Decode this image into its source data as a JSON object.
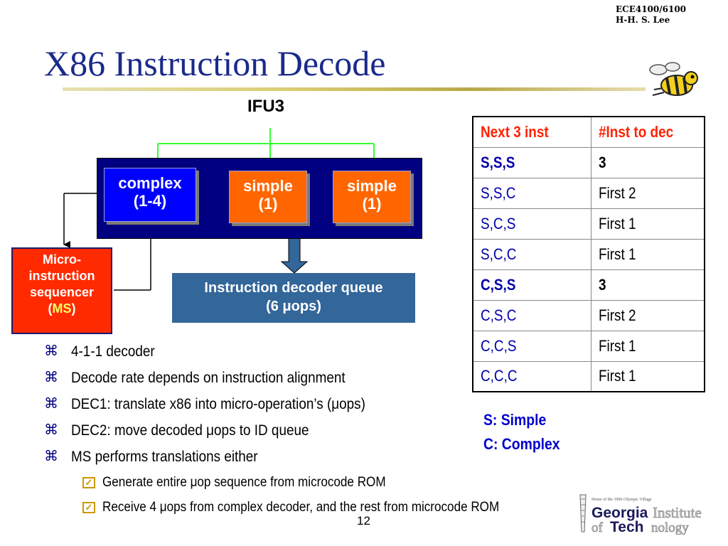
{
  "header": {
    "course": "ECE4100/6100",
    "author": "H-H. S. Lee",
    "title": "X86 Instruction Decode"
  },
  "diagram": {
    "ifu": "IFU3",
    "complex": {
      "line1": "complex",
      "line2": "(1-4)"
    },
    "simple1": {
      "line1": "simple",
      "line2": "(1)"
    },
    "simple2": {
      "line1": "simple",
      "line2": "(1)"
    },
    "ms": {
      "line1": "Micro-",
      "line2": "instruction",
      "line3": "sequencer",
      "open": "(",
      "abbr": "MS",
      "close": ")"
    },
    "queue": {
      "line1": "Instruction decoder queue",
      "line2": "(6 μops)"
    }
  },
  "table": {
    "headers": [
      "Next 3 inst",
      "#Inst to dec"
    ],
    "rows": [
      [
        "S,S,S",
        "3"
      ],
      [
        "S,S,C",
        "First 2"
      ],
      [
        "S,C,S",
        "First 1"
      ],
      [
        "S,C,C",
        "First 1"
      ],
      [
        "C,S,S",
        "3"
      ],
      [
        "C,S,C",
        "First 2"
      ],
      [
        "C,C,S",
        "First 1"
      ],
      [
        "C,C,C",
        "First 1"
      ]
    ]
  },
  "legend": {
    "s": "S: Simple",
    "c": "C: Complex"
  },
  "bullets": [
    "4-1-1 decoder",
    "Decode rate depends on instruction alignment",
    "DEC1: translate x86 into micro-operation’s (μops)",
    "DEC2: move decoded μops to ID queue",
    "MS performs translations either"
  ],
  "subbullets": [
    "Generate entire μop sequence from microcode ROM",
    "Receive 4 μops from complex decoder, and the rest from microcode ROM"
  ],
  "footer": {
    "page": "12",
    "logo_small": "Home of the 1996 Olympic Village",
    "logo_georgia": "Georgia",
    "logo_institute": "Institute",
    "logo_of": "of",
    "logo_tech": "Tech",
    "logo_nology": "nology"
  },
  "colors": {
    "title": "#1a2a8a",
    "complex": "#0000ff",
    "simple": "#ff6600",
    "ms": "#ff2a00",
    "queue": "#336699",
    "frame": "#000080"
  }
}
